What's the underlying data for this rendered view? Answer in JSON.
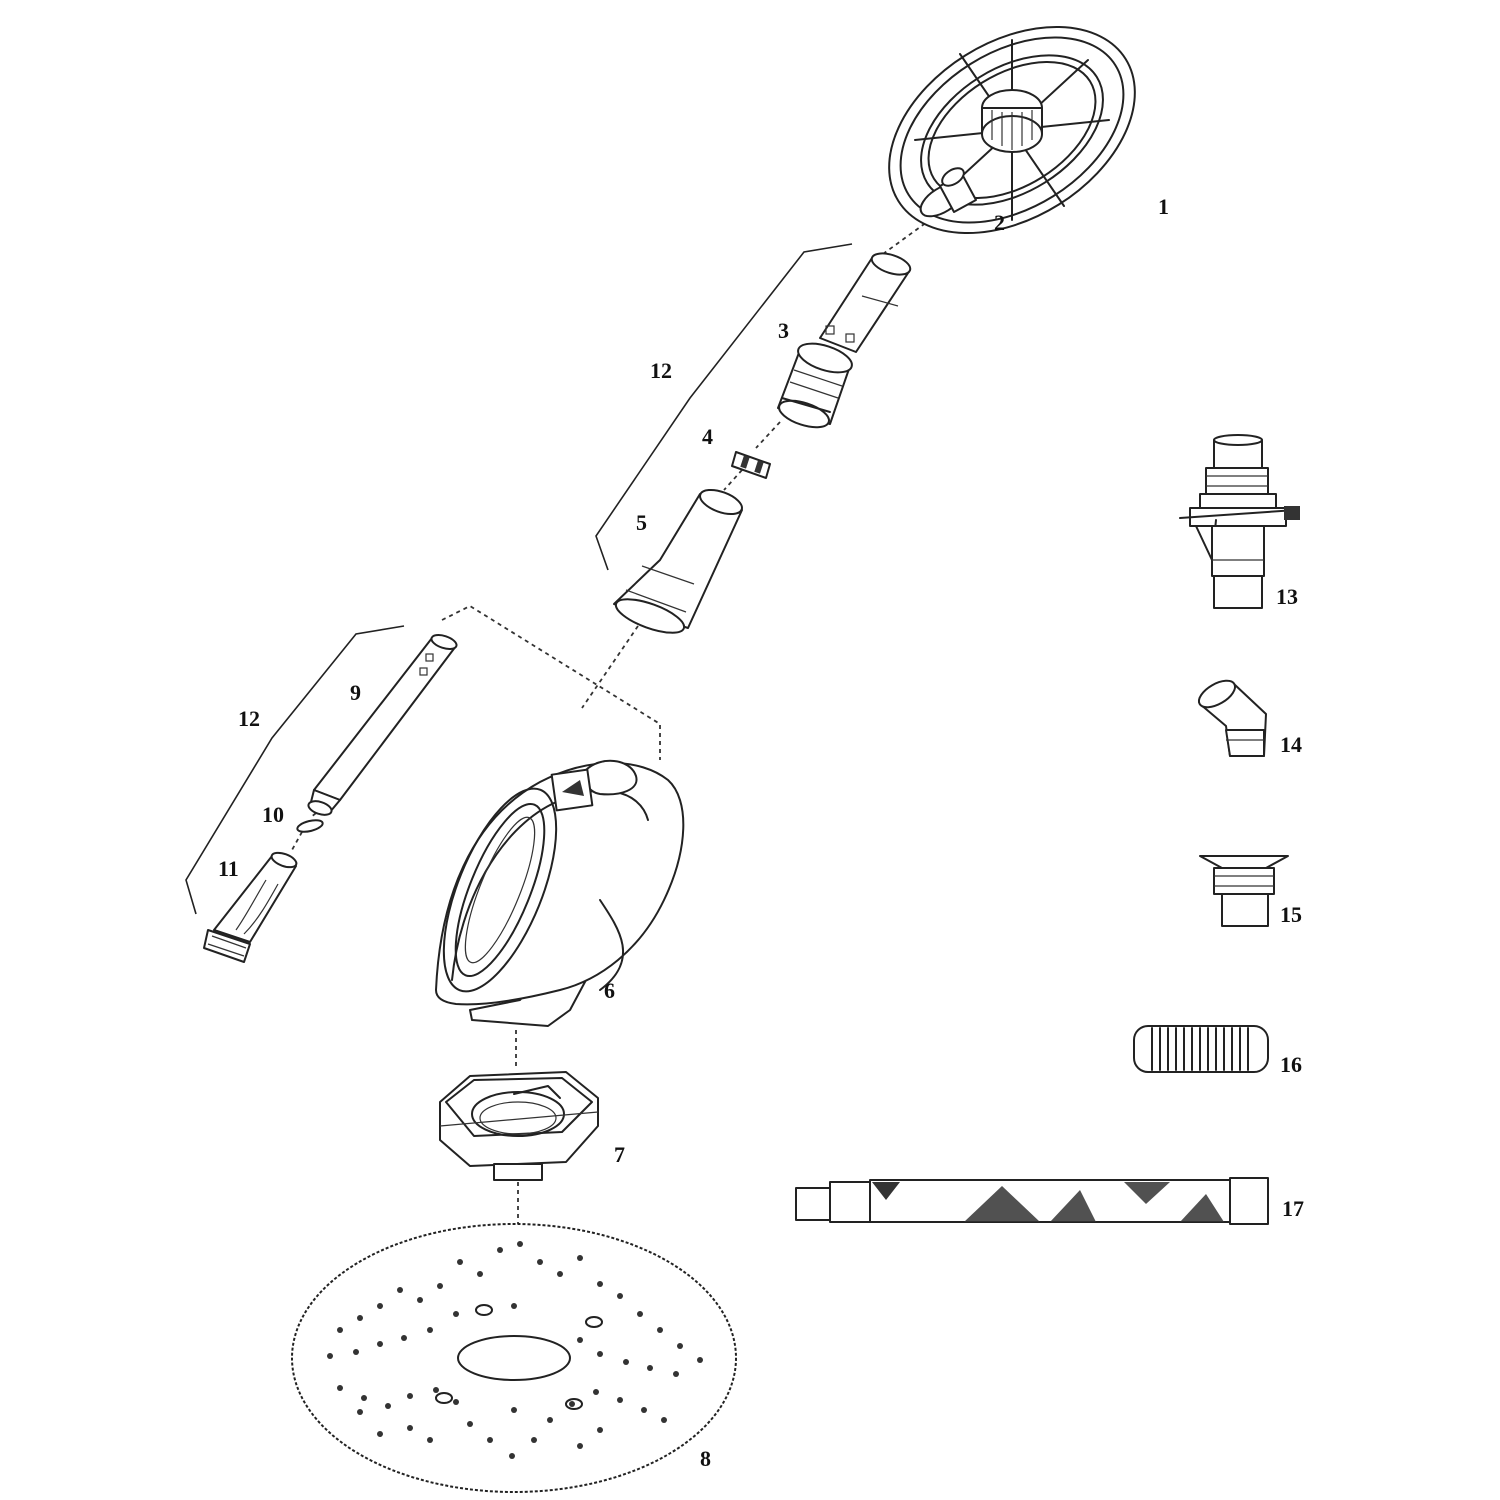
{
  "labels": {
    "p1": "1",
    "p2": "2",
    "p3": "3",
    "p4": "4",
    "p5": "5",
    "p6": "6",
    "p7": "7",
    "p8": "8",
    "p9": "9",
    "p10": "10",
    "p11": "11",
    "p12a": "12",
    "p12b": "12",
    "p13": "13",
    "p14": "14",
    "p15": "15",
    "p16": "16",
    "p17": "17"
  }
}
